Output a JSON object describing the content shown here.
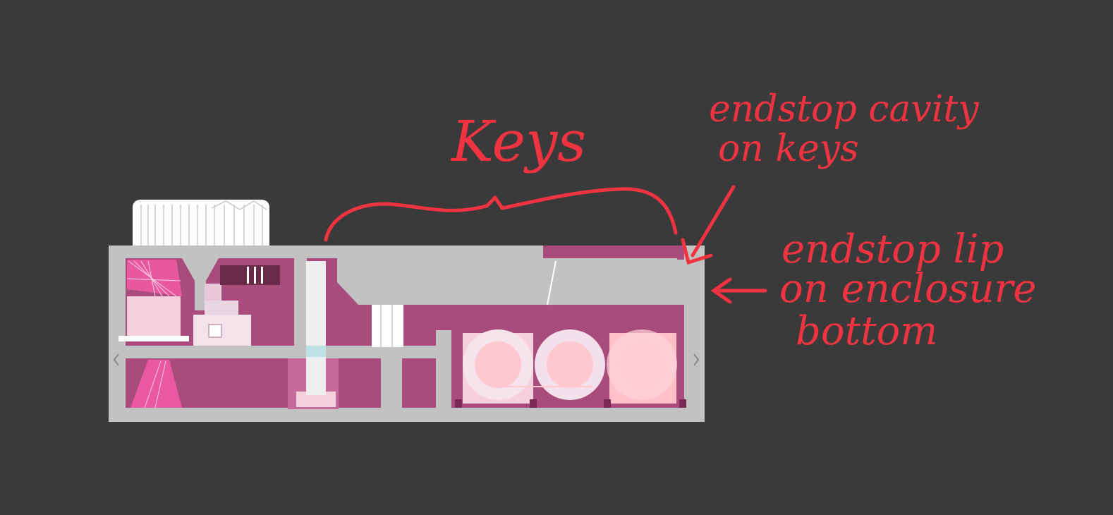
{
  "colors": {
    "background": "#3a3a3a",
    "enclosure": "#c2c2c2",
    "cavity": "#a84d7b",
    "annotation": "#ef3340",
    "parts_light": "#f6d0de",
    "parts_bright": "#f25aa6"
  },
  "annotations": {
    "keys": "Keys",
    "cavity_line1": "endstop cavity",
    "cavity_line2": "on keys",
    "lip_line1": "endstop lip",
    "lip_line2": "on enclosure",
    "lip_line3": "bottom"
  }
}
